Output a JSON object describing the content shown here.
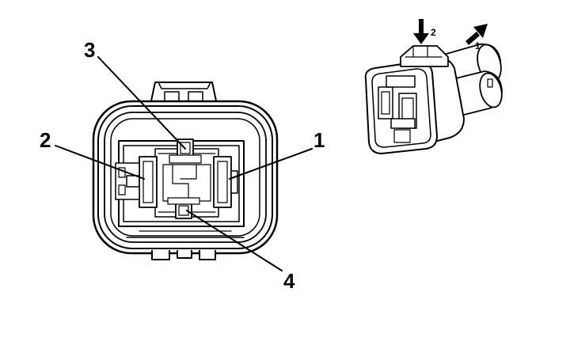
{
  "front_view": {
    "pin_labels": [
      {
        "id": "pin-1",
        "text": "1"
      },
      {
        "id": "pin-2",
        "text": "2"
      },
      {
        "id": "pin-3",
        "text": "3"
      },
      {
        "id": "pin-4",
        "text": "4"
      }
    ]
  },
  "iso_view": {
    "arrow_labels": [
      {
        "id": "release-arrow-1",
        "text": "1"
      },
      {
        "id": "press-arrow-2",
        "text": "2"
      }
    ]
  }
}
